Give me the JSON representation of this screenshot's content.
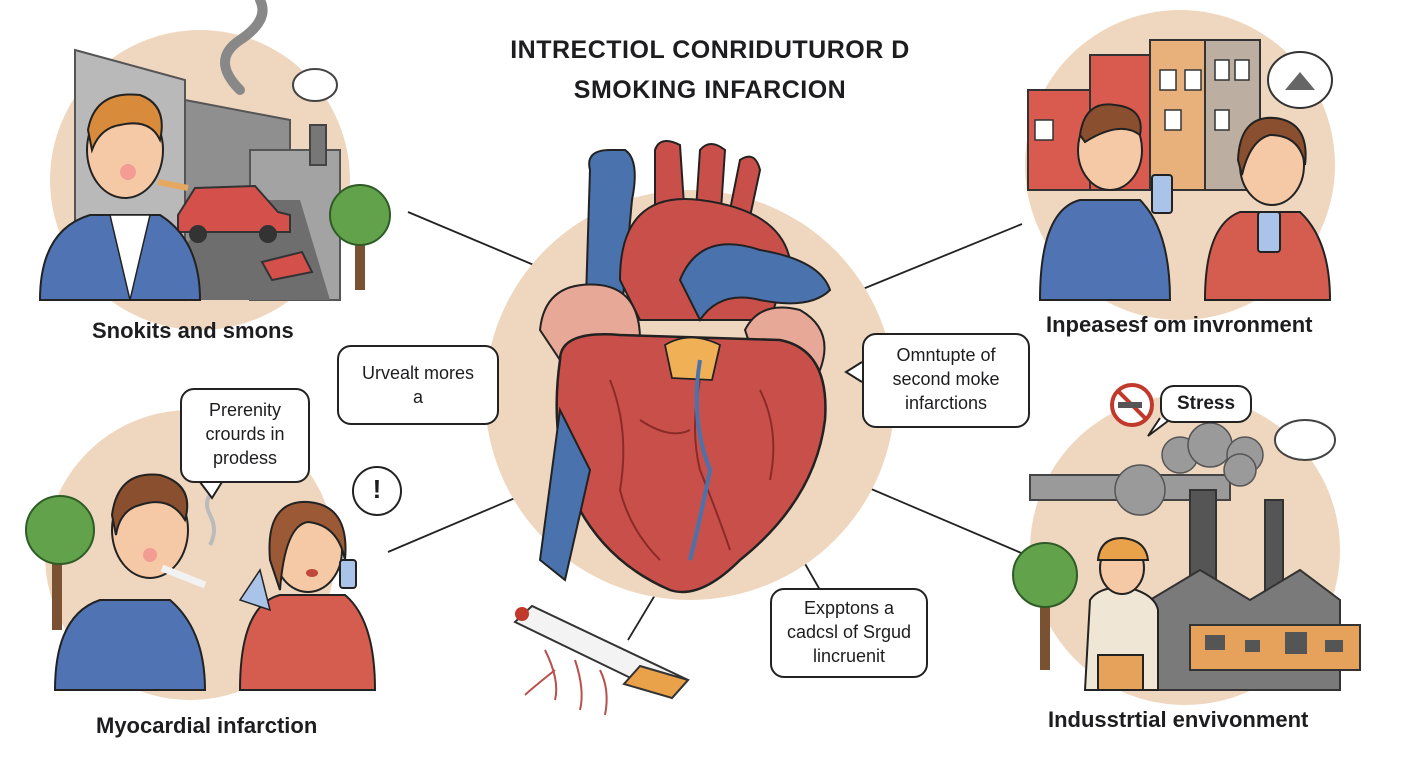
{
  "title": {
    "line1": "INTRECTIOL  CONRIDUTUROR D",
    "line2": "SMOKING INFARCION"
  },
  "panels": {
    "top_left": {
      "caption": "Snokits and smons"
    },
    "top_right": {
      "caption": "Inpeasesf om invronment"
    },
    "bottom_left": {
      "caption": "Myocardial infarction"
    },
    "bottom_right": {
      "caption": "Indusstrtial envivonment"
    }
  },
  "callouts": {
    "left_mid": {
      "line1": "Urvealt mores",
      "line2": "a"
    },
    "left_low": {
      "line1": "Prerenity",
      "line2": "crourds in",
      "line3": "prodess"
    },
    "right_mid": {
      "line1": "Omntupte of",
      "line2": "second moke",
      "line3": "infarctions"
    },
    "bottom_mid": {
      "line1": "Expptons a",
      "line2": "cadcsl of Srgud",
      "line3": "lincruenit"
    },
    "stress": {
      "label": "Stress"
    },
    "alert": {
      "label": "!"
    }
  },
  "icons": [
    "heart-illustration",
    "cigarette-icon",
    "no-smoking-icon",
    "factory-illustration",
    "car-illustration",
    "tree-icon",
    "phone-icon"
  ],
  "colors": {
    "circle_bg": "#efd7bf",
    "heart_red": "#c9504a",
    "vessel_blue": "#4a72ad",
    "shirt_blue": "#4f73b3",
    "shirt_red": "#d55d4f"
  }
}
